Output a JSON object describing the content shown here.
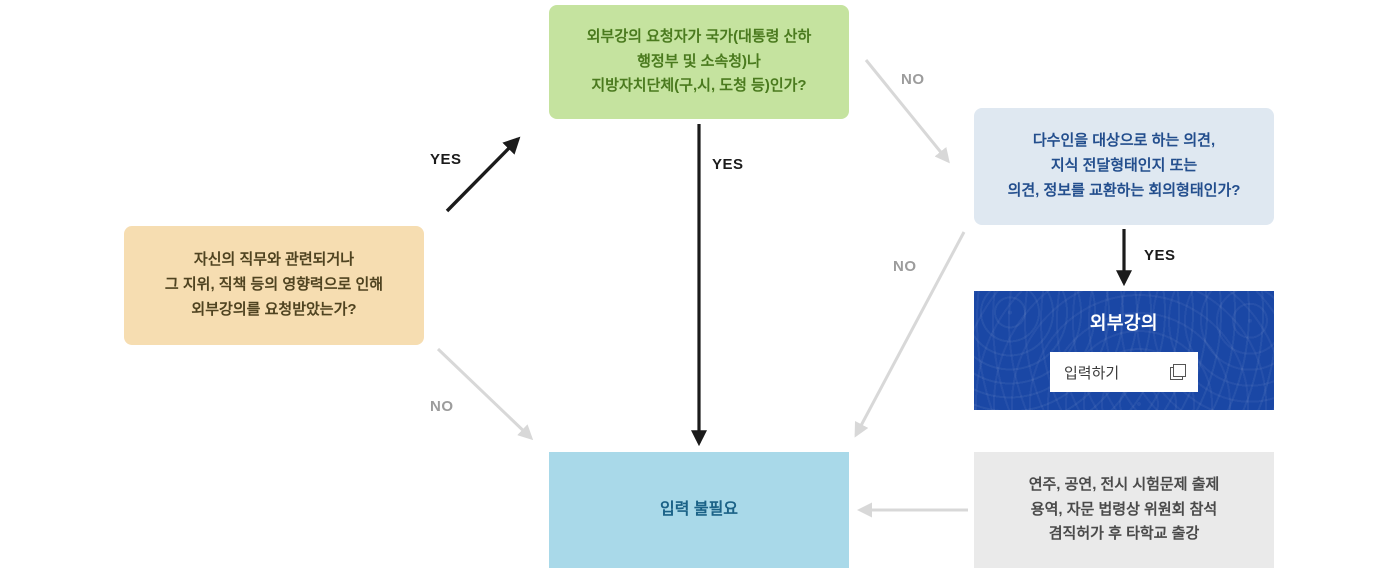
{
  "nodes": {
    "duty": {
      "lines": [
        "자신의 직무와 관련되거나",
        "그 지위, 직책 등의 영향력으로 인해",
        "외부강의를 요청받았는가?"
      ]
    },
    "requester": {
      "lines": [
        "외부강의 요청자가 국가(대통령 산하",
        "행정부 및 소속청)나",
        "지방자치단체(구,시, 도청 등)인가?"
      ]
    },
    "format": {
      "lines": [
        "다수인을 대상으로 하는 의견,",
        "지식 전달형태인지 또는",
        "의견, 정보를 교환하는 회의형태인가?"
      ]
    },
    "lecture": {
      "title": "외부강의",
      "button_label": "입력하기",
      "button_icon": "open-new-window-icon"
    },
    "no_input": {
      "label": "입력 불필요"
    },
    "exceptions": {
      "lines": [
        "연주, 공연, 전시 시험문제 출제",
        "용역, 자문 법령상 위원회 참석",
        "겸직허가 후 타학교 출강"
      ]
    }
  },
  "labels": {
    "yes_duty_to_requester": "YES",
    "yes_requester_to_noinput": "YES",
    "no_requester_to_format": "NO",
    "yes_format_to_lecture": "YES",
    "no_format_to_noinput": "NO",
    "no_duty_to_noinput": "NO"
  },
  "colors": {
    "duty_bg": "#f6ddb1",
    "requester_bg": "#c5e39f",
    "format_bg": "#dfe8f1",
    "lecture_bg": "#1a47a5",
    "no_input_bg": "#a9d9e9",
    "exceptions_bg": "#eaeaea",
    "arrow_black": "#1b1b1b",
    "arrow_gray": "#d8d8d8"
  }
}
